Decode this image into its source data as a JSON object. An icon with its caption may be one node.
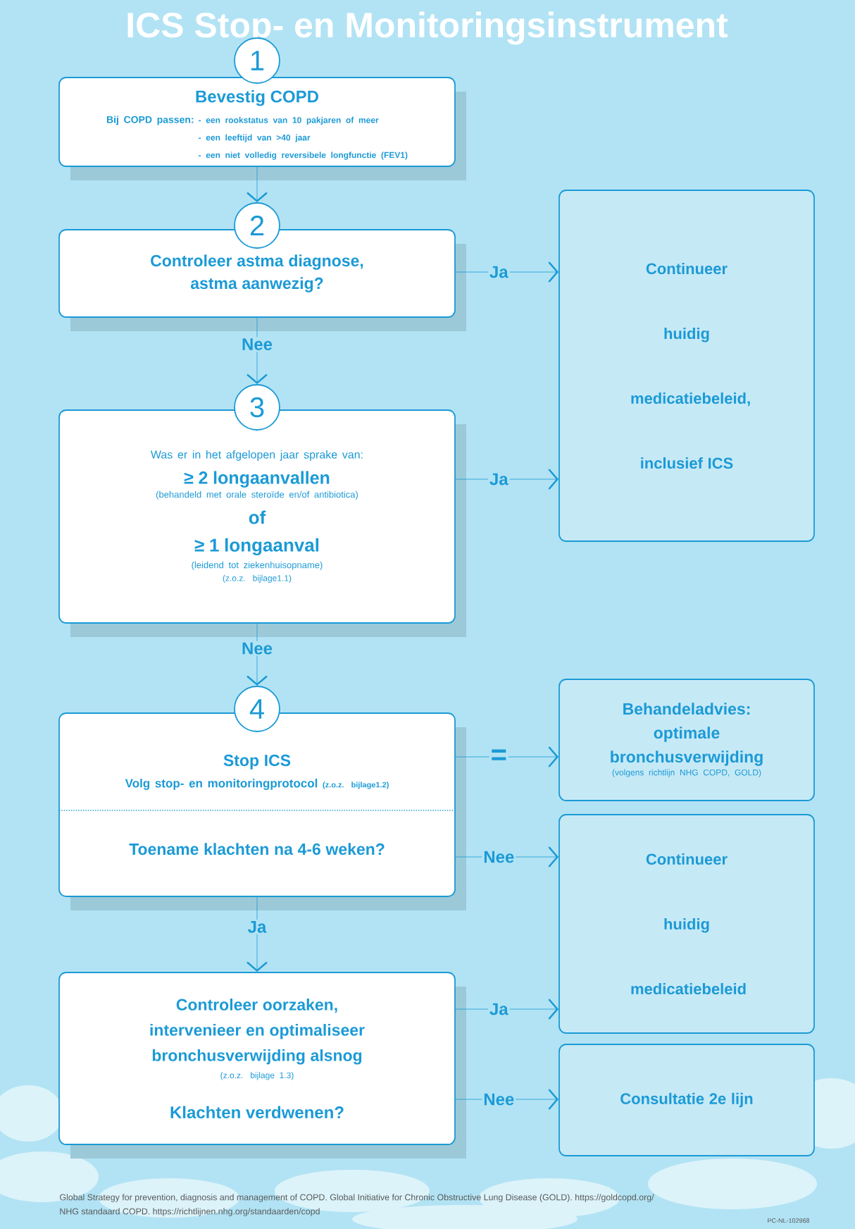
{
  "diagram": {
    "title": "ICS Stop- en Monitoringsinstrument",
    "nodes": [
      {
        "text": [
          "1"
        ]
      },
      {
        "text": [
          "Bevestig COPD",
          "Bij COPD passen:",
          "- een rookstatus van 10 pakjaren of meer",
          "- een leeftijd van >40 jaar",
          "- een niet volledig reversibele longfunctie (FEV1)"
        ]
      },
      {
        "text": [
          "2"
        ]
      },
      {
        "text": [
          "Controleer **astma** diagnose, astma aanwezig?"
        ]
      },
      {
        "text": [
          "3"
        ]
      },
      {
        "text": [
          "Was er in het afgelopen jaar sprake van:",
          "≥ 2 longaanvallen",
          "(behandeld met orale steroïde en/of antibiotica)",
          "of",
          "≥ 1 longaanval",
          "(leidend tot ziekenhuisopname)",
          "(z.o.z. bijlage1.1)"
        ]
      },
      {
        "text": [
          "4"
        ]
      },
      {
        "text": [
          "Stop ICS",
          "Volg stop- en monitoringprotocol",
          "(z.o.z. bijlage1.2)",
          "Toename klachten na 4-6 weken?"
        ]
      },
      {
        "text": [
          "Controleer **oorzaken**, intervenieer en optimaliseer bronchusverwijding alsnog",
          "(z.o.z. bijlage 1.3)",
          "Klachten verdwenen?"
        ]
      },
      {
        "text": [
          "Continueer huidig medicatiebeleid, inclusief ICS"
        ]
      },
      {
        "text": [
          "Behandeladvies: optimale bronchusverwijding",
          "(volgens richtlijn NHG COPD, GOLD)"
        ]
      },
      {
        "text": [
          "Continueer huidig medicatiebeleid"
        ]
      },
      {
        "text": [
          "Consultatie 2e lijn"
        ]
      }
    ],
    "edges": [
      {
        "from": 1,
        "to": 2,
        "arrow": "to"
      },
      {
        "from": 3,
        "to": 9,
        "arrow": "to",
        "label": "Ja"
      },
      {
        "from": 3,
        "to": 4,
        "arrow": "to",
        "label": "Nee"
      },
      {
        "from": 5,
        "to": 9,
        "arrow": "to",
        "label": "Ja"
      },
      {
        "from": 5,
        "to": 6,
        "arrow": "to",
        "label": "Nee"
      },
      {
        "from": 7,
        "to": 10,
        "arrow": "to",
        "label": "="
      },
      {
        "from": 7,
        "to": 11,
        "arrow": "to",
        "label": "Nee"
      },
      {
        "from": 7,
        "to": 8,
        "arrow": "to",
        "label": "Ja"
      },
      {
        "from": 8,
        "to": 11,
        "arrow": "to",
        "label": "Ja"
      },
      {
        "from": 8,
        "to": 12,
        "arrow": "to",
        "label": "Nee"
      }
    ],
    "labels": [
      "Global Strategy for prevention, diagnosis and management of COPD. Global Initiative for Chronic Obstructive Lung Disease (GOLD). https://goldcopd.org/",
      "NHG standaard COPD. https://richtlijnen.nhg.org/standaarden/copd",
      "PC-NL-102968"
    ]
  }
}
